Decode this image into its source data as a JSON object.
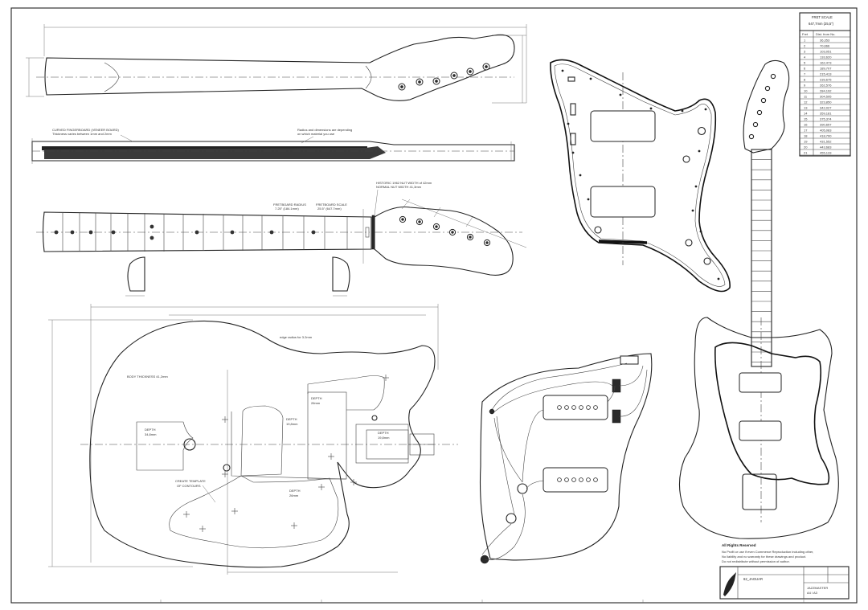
{
  "neck_labels": {
    "fretboard_note": "CURVED FINGERBOARD (VENEER BOARD)",
    "fretboard_note2": "Thickness varies between 1mm and 2mm",
    "radius_note": "Radius and dimensions are depending",
    "radius_note2": "on which material you use",
    "radius_label": "FRETBOARD RADIUS",
    "radius_value": "7.25\" (184.1mm)",
    "scale_label": "FRETBOARD SCALE",
    "scale_value": "25.5\" (647.7mm)",
    "nut_note": "HISTORIC 1962 NUT WIDTH of 42mm",
    "nut_note2": "NORMAL NUT WIDTH 41,3mm"
  },
  "body_labels": {
    "edge": "edge radius for 3.2mm",
    "thickness": "BODY THICKNESS 41,2mm",
    "depth_left": "DEPTH",
    "depth_left_val": "34,8mm",
    "depth_top": "DEPTH",
    "depth_top_val": "26mm",
    "depth_mid": "DEPTH",
    "depth_mid_val": "19,8mm",
    "depth_bridge": "DEPTH",
    "depth_bridge_val": "19,8mm",
    "depth_low": "DEPTH",
    "depth_low_val": "26mm",
    "template": "CREATE TEMPLATE",
    "template2": "OF CONTOURS"
  },
  "fret_table": {
    "title": "FRET SCALE",
    "subtitle": "647,7mm (25,5\")",
    "col_fret": "Fret",
    "col_dist": "Dist. from Nu.",
    "rows": [
      [
        "1",
        "36,353"
      ],
      [
        "2",
        "70,666"
      ],
      [
        "3",
        "103,051"
      ],
      [
        "4",
        "133,620"
      ],
      [
        "5",
        "162,473"
      ],
      [
        "6",
        "189,707"
      ],
      [
        "7",
        "215,413"
      ],
      [
        "8",
        "239,675"
      ],
      [
        "9",
        "262,576"
      ],
      [
        "10",
        "284,192"
      ],
      [
        "11",
        "304,595"
      ],
      [
        "12",
        "323,850"
      ],
      [
        "13",
        "342,027"
      ],
      [
        "14",
        "359,181"
      ],
      [
        "15",
        "375,374"
      ],
      [
        "16",
        "390,657"
      ],
      [
        "17",
        "405,083"
      ],
      [
        "18",
        "418,700"
      ],
      [
        "19",
        "431,552"
      ],
      [
        "20",
        "443,683"
      ],
      [
        "21",
        "455,133"
      ]
    ]
  },
  "notes": {
    "rights": "All Rights Reserved",
    "line1": "No Profit or use if even Commerce Reproduction including other,",
    "line2": "No liability and no warranty for these drawings and product.",
    "line3": "Do not redistribute without permission of author."
  },
  "title_block": {
    "name": "62_JAGUAR",
    "code1": "JAZZMASTER",
    "code2": "A4 / A3"
  }
}
